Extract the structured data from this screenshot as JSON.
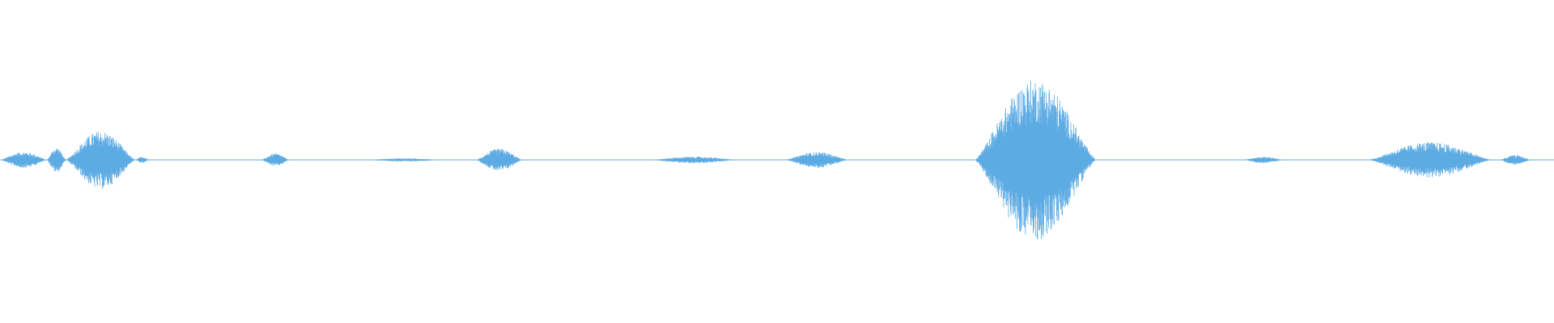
{
  "waveform": {
    "color": "#5dabe3",
    "background": "#ffffff",
    "duration_fraction_bursts": [
      {
        "start": 0.0,
        "end": 0.03,
        "peak": 0.05
      },
      {
        "start": 0.03,
        "end": 0.042,
        "peak": 0.08
      },
      {
        "start": 0.042,
        "end": 0.087,
        "peak": 0.18
      },
      {
        "start": 0.087,
        "end": 0.096,
        "peak": 0.02
      },
      {
        "start": 0.168,
        "end": 0.186,
        "peak": 0.04
      },
      {
        "start": 0.235,
        "end": 0.285,
        "peak": 0.01
      },
      {
        "start": 0.306,
        "end": 0.336,
        "peak": 0.07
      },
      {
        "start": 0.418,
        "end": 0.475,
        "peak": 0.02
      },
      {
        "start": 0.505,
        "end": 0.546,
        "peak": 0.05
      },
      {
        "start": 0.627,
        "end": 0.705,
        "peak": 0.5
      },
      {
        "start": 0.8,
        "end": 0.826,
        "peak": 0.02
      },
      {
        "start": 0.88,
        "end": 0.96,
        "peak": 0.11
      },
      {
        "start": 0.965,
        "end": 0.985,
        "peak": 0.03
      }
    ]
  }
}
